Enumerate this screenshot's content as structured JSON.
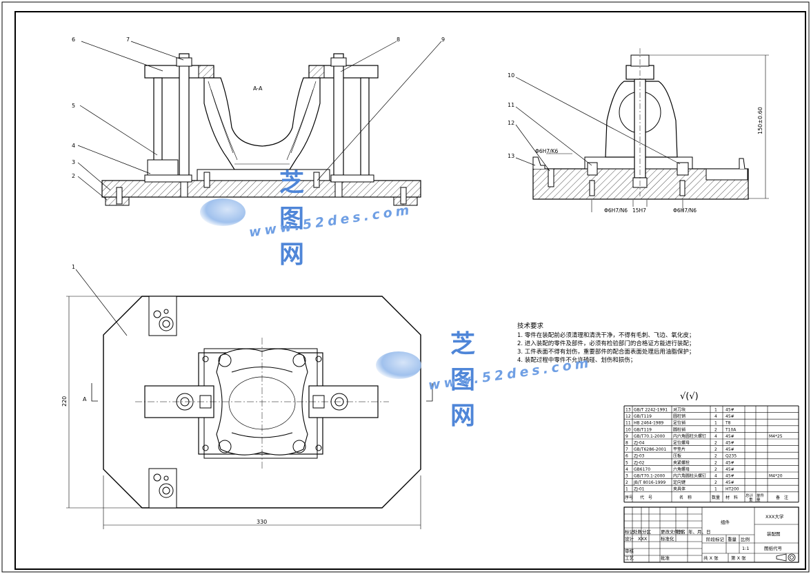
{
  "drawing": {
    "section_label": "A-A",
    "view_arrow_label": "A",
    "dims": {
      "overall_height": "150±0.60",
      "overall_width": "330",
      "overall_depth": "220"
    },
    "fits": {
      "top": "Φ6H7/K6",
      "left": "Φ6H7/N6",
      "middle": "15H7",
      "right": "Φ6H7/N6"
    },
    "balloons_main": [
      "6",
      "7",
      "8",
      "9",
      "5",
      "4",
      "3",
      "2"
    ],
    "balloons_side": [
      "10",
      "11",
      "12",
      "13"
    ],
    "balloon_plan": "1"
  },
  "tech_requirements": {
    "title": "技术要求",
    "items": [
      "1. 零件在装配前必须清理和清洗干净，不得有毛刺、飞边、氧化皮；",
      "2. 进入装配的零件及部件，必须有检验部门的合格证方能进行装配；",
      "3. 工件表面不得有划伤，重要部件的配合面表面处理后用油脂保护；",
      "4. 装配过程中零件不允许磕碰、划伤和损伤；"
    ]
  },
  "roughness_symbol": "√(√)",
  "bom": {
    "rows": [
      {
        "no": "13",
        "code": "GB/T 2242-1991",
        "name": "对刀块",
        "qty": "1",
        "mat": "45#",
        "note": ""
      },
      {
        "no": "12",
        "code": "GB/T119",
        "name": "圆柱销",
        "qty": "4",
        "mat": "45#",
        "note": ""
      },
      {
        "no": "11",
        "code": "HB 2464-1989",
        "name": "定位销",
        "qty": "1",
        "mat": "T8",
        "note": ""
      },
      {
        "no": "10",
        "code": "GB/T119",
        "name": "圆柱销",
        "qty": "2",
        "mat": "T10A",
        "note": ""
      },
      {
        "no": "9",
        "code": "GB/T70.1-2000",
        "name": "内六角圆柱头螺钉",
        "qty": "4",
        "mat": "45#",
        "note": "M4*25"
      },
      {
        "no": "8",
        "code": "ZJ-04",
        "name": "定位螺母",
        "qty": "2",
        "mat": "45#",
        "note": ""
      },
      {
        "no": "7",
        "code": "GB/T6286-2001",
        "name": "平垫片",
        "qty": "2",
        "mat": "45#",
        "note": ""
      },
      {
        "no": "6",
        "code": "ZJ-03",
        "name": "压板",
        "qty": "2",
        "mat": "Q235",
        "note": ""
      },
      {
        "no": "5",
        "code": "ZJ-02",
        "name": "夹紧螺栓",
        "qty": "2",
        "mat": "45#",
        "note": ""
      },
      {
        "no": "4",
        "code": "GB6170",
        "name": "六角螺母",
        "qty": "2",
        "mat": "45#",
        "note": ""
      },
      {
        "no": "3",
        "code": "GB/T70.1-2000",
        "name": "内六角圆柱头螺钉",
        "qty": "4",
        "mat": "45#",
        "note": "M4*20"
      },
      {
        "no": "2",
        "code": "JB/T 8016-1999",
        "name": "定向键",
        "qty": "2",
        "mat": "45#",
        "note": ""
      },
      {
        "no": "1",
        "code": "ZJ-01",
        "name": "夹具体",
        "qty": "1",
        "mat": "HT200",
        "note": ""
      }
    ],
    "header": {
      "no": "序号",
      "code": "代　号",
      "name": "名　称",
      "qty": "数量",
      "mat": "材　料",
      "unit_w": "单件",
      "total_w": "总计",
      "weight": "重　量",
      "note": "备　注"
    }
  },
  "title_block": {
    "group": "组件",
    "university": "XXX大学",
    "drawing_name": "装配图",
    "drawing_no_label": "图纸代号",
    "stage_mark": "阶段标记",
    "weight_label": "重量",
    "scale_label": "比例",
    "scale_value": "1:1",
    "sheets_total": "共 X 张",
    "sheet_no": "第 X 张",
    "row_labels": [
      "标记",
      "处数",
      "分区",
      "更改文件号",
      "签名",
      "年、月、日"
    ],
    "designer_label": "设计",
    "designer_value": "XXX",
    "std_label": "标准化",
    "review_label": "审核",
    "process_label": "工艺",
    "approve_label": "批准"
  },
  "watermark": {
    "brand": "芝图网",
    "url": "www.52des.com"
  }
}
